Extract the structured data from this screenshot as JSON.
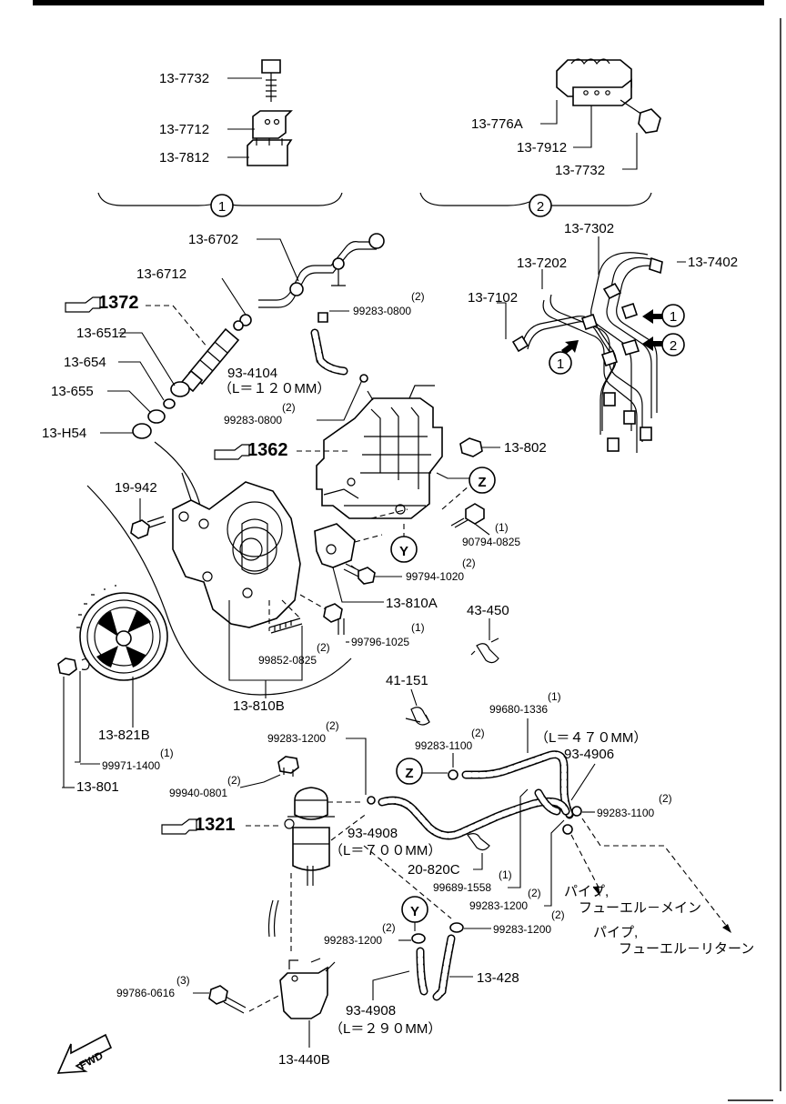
{
  "callouts": [
    "1",
    "2",
    "Z",
    "Y"
  ],
  "refs": {
    "r1372": "1372",
    "r1362": "1362",
    "r1321": "1321"
  },
  "fwd": "FWD",
  "labels": {
    "p13_7732a": "13-7732",
    "p13_7712": "13-7712",
    "p13_7812": "13-7812",
    "p13_776A": "13-776A",
    "p13_7912": "13-7912",
    "p13_7732b": "13-7732",
    "p13_6702": "13-6702",
    "p13_6712": "13-6712",
    "p13_6512": "13-6512",
    "p13_654": "13-654",
    "p13_655": "13-655",
    "p13_H54": "13-H54",
    "p99283_0800a": "99283-0800",
    "p93_4104": "93-4104",
    "len120": "（L＝１２０MM）",
    "p99283_0800b": "99283-0800",
    "p13_7302": "13-7302",
    "p13_7402": "13-7402",
    "p13_7202": "13-7202",
    "p13_7102": "13-7102",
    "p13_802": "13-802",
    "p19_942": "19-942",
    "p90794_0825": "90794-0825",
    "p99794_1020": "99794-1020",
    "p13_810A": "13-810A",
    "p43_450": "43-450",
    "p99796_1025": "99796-1025",
    "p99852_0825": "99852-0825",
    "p13_810B": "13-810B",
    "p41_151": "41-151",
    "p99680_1336": "99680-1336",
    "len470": "（L＝４７０MM）",
    "p93_4906": "93-4906",
    "p13_821B": "13-821B",
    "p99971_1400": "99971-1400",
    "p13_801": "13-801",
    "p99283_1200a": "99283-1200",
    "p99283_1100a": "99283-1100",
    "p99940_0801": "99940-0801",
    "p99283_1100b": "99283-1100",
    "p93_4908a": "93-4908",
    "len700": "（L＝７００MM）",
    "p20_820C": "20-820C",
    "p99689_1558": "99689-1558",
    "p99283_1200b": "99283-1200",
    "jp_main1": "パイプ,",
    "jp_main2": "フューエル－メイン",
    "jp_ret1": "パイプ,",
    "jp_ret2": "フューエル－リターン",
    "p99283_1200c": "99283-1200",
    "p99283_1200d": "99283-1200",
    "p13_428": "13-428",
    "p99786_0616": "99786-0616",
    "p93_4908b": "93-4908",
    "len290": "（L＝２９０MM）",
    "p13_440B": "13-440B"
  },
  "qty": {
    "q99283_0800a": "(2)",
    "q99283_0800b": "(2)",
    "q90794_0825": "(1)",
    "q99794_1020": "(2)",
    "q99796_1025": "(1)",
    "q99852_0825": "(2)",
    "q99680_1336": "(1)",
    "q99971_1400": "(1)",
    "q99283_1200a": "(2)",
    "q99283_1100a": "(2)",
    "q99940_0801": "(2)",
    "q99283_1100b": "(2)",
    "q99689_1558": "(1)",
    "q99283_1200b": "(2)",
    "q99283_1200c": "(2)",
    "q99283_1200d": "(2)",
    "q99786_0616": "(3)"
  }
}
